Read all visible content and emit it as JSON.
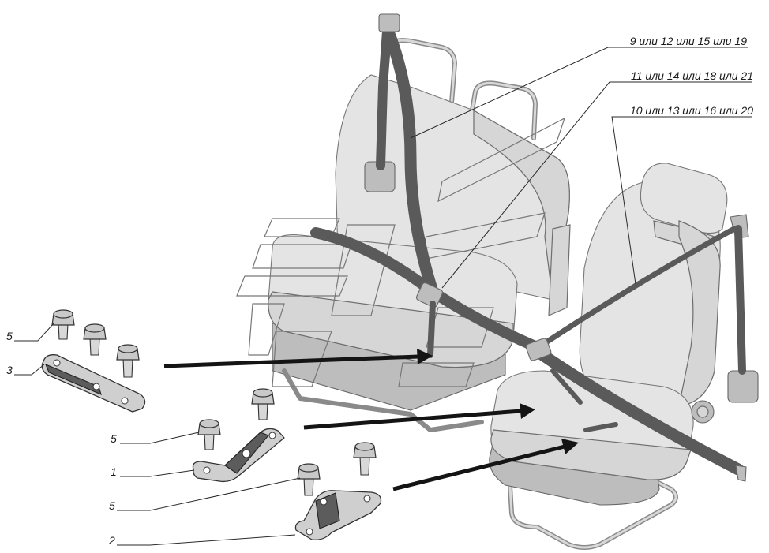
{
  "callouts": {
    "belt_upper": "9 или 12 или 15 или 19",
    "belt_middle": "11 или 14 или 18 или 21",
    "belt_lower": "10 или 13 или 16 или 20",
    "bolt_top": "5",
    "bracket_long": "3",
    "bolt_middle": "5",
    "bracket_1": "1",
    "bolt_bottom": "5",
    "bracket_2": "2"
  },
  "colors": {
    "arrow": "#141414",
    "line_art": "#6e6e6e",
    "background": "#ffffff"
  }
}
